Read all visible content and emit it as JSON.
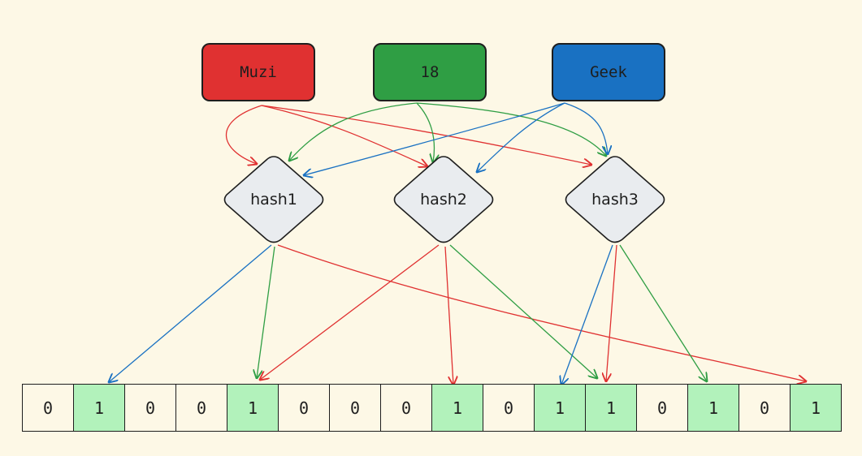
{
  "inputs": [
    {
      "label": "Muzi",
      "color": "#e03131"
    },
    {
      "label": "18",
      "color": "#2f9e44"
    },
    {
      "label": "Geek",
      "color": "#1971c2"
    }
  ],
  "hash_functions": [
    {
      "label": "hash1"
    },
    {
      "label": "hash2"
    },
    {
      "label": "hash3"
    }
  ],
  "bit_array": {
    "values": [
      "0",
      "1",
      "0",
      "0",
      "1",
      "0",
      "0",
      "0",
      "1",
      "0",
      "1",
      "1",
      "0",
      "1",
      "0",
      "1"
    ],
    "set_color": "#b2f2bb",
    "unset_color": "#fdf8e6"
  },
  "hash_node_color": "#e9ecef"
}
